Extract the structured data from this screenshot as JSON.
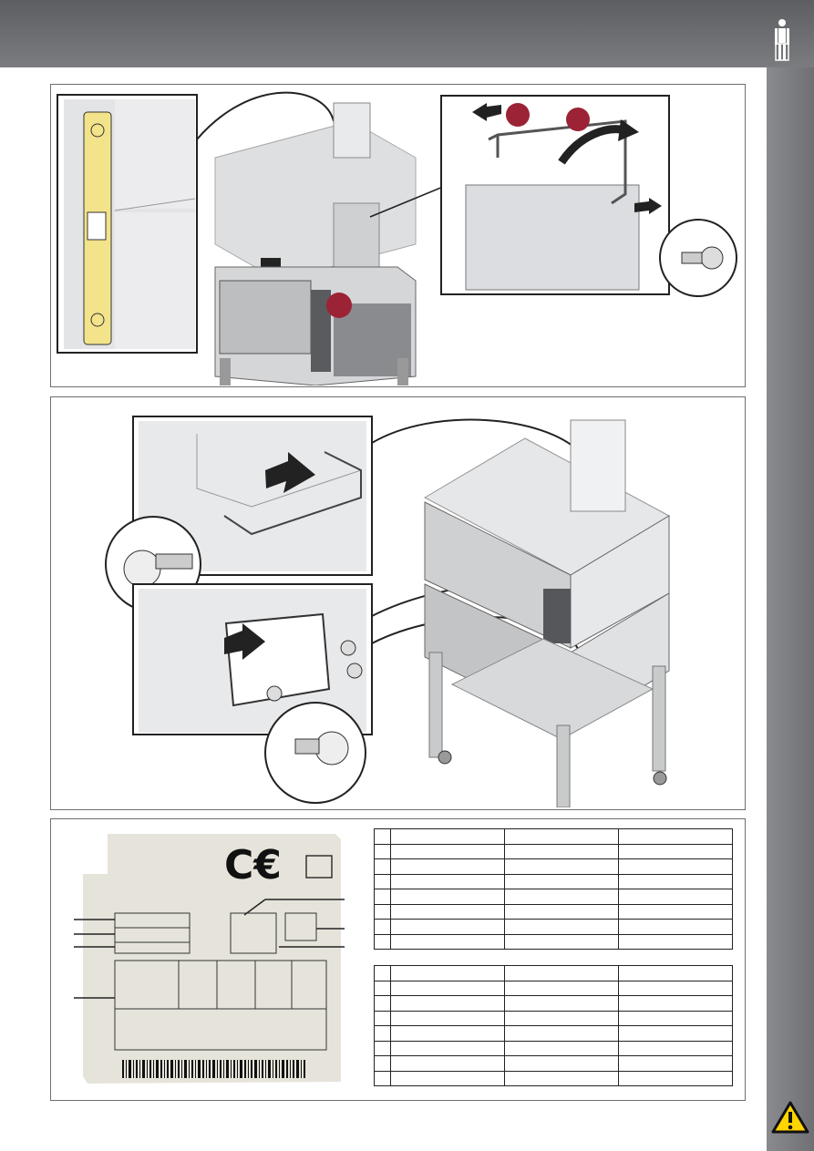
{
  "header": {
    "icon": "one-person-icon"
  },
  "sidebar": {
    "icon": "warning-triangle-icon",
    "warning_color": "#ffd400"
  },
  "colors": {
    "header_bg": "#6b6c70",
    "panel_border": "#6d6e72",
    "step_marker": "#9b2335",
    "hinge": "#f3e38a"
  },
  "panel1": {
    "step_markers": [
      "step-marker-1",
      "step-marker-2",
      "step-marker-3"
    ]
  },
  "panel2": {
    "callouts": [
      "bracket-detail",
      "plate-detail",
      "screw-detail"
    ]
  },
  "panel3": {
    "label_marks": [
      "CE"
    ],
    "table_top_rows": 8,
    "table_bottom_rows": 8
  }
}
